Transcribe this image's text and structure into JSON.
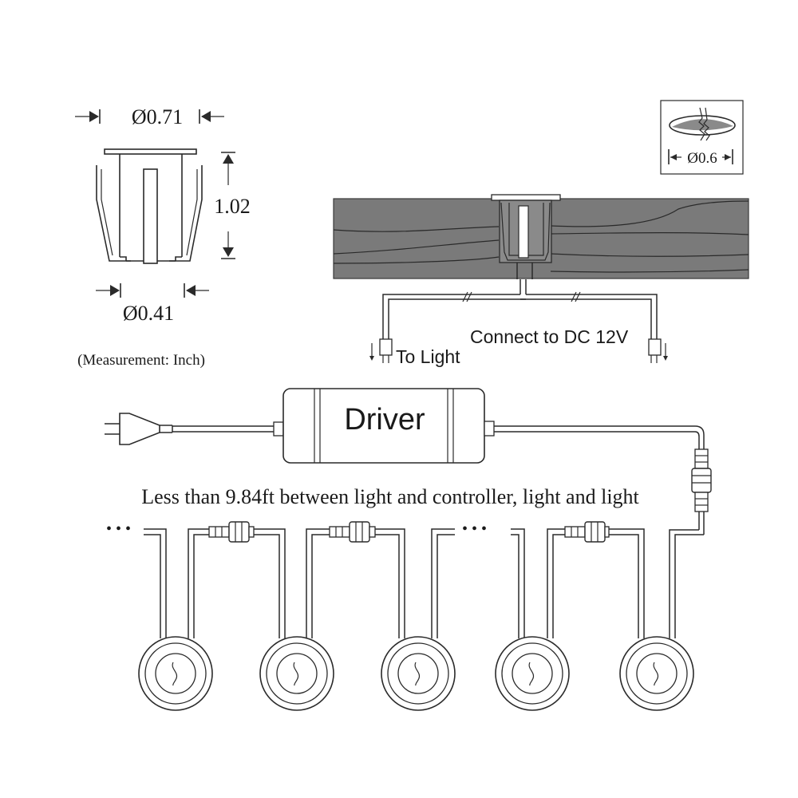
{
  "dimensions": {
    "top_diameter": "Ø0.71",
    "height": "1.02",
    "bottom_diameter": "Ø0.41",
    "hole_diameter": "Ø0.6",
    "unit_note": "(Measurement: Inch)"
  },
  "wiring": {
    "to_light": "To Light",
    "connect_dc": "Connect to DC 12V",
    "driver_label": "Driver",
    "distance_note": "Less than 9.84ft between light and controller, light and light"
  },
  "ellipsis": "• • •",
  "colors": {
    "line": "#2a2a2a",
    "wood": "#7a7a7a",
    "grain": "#5c5c5c",
    "background": "#ffffff"
  }
}
